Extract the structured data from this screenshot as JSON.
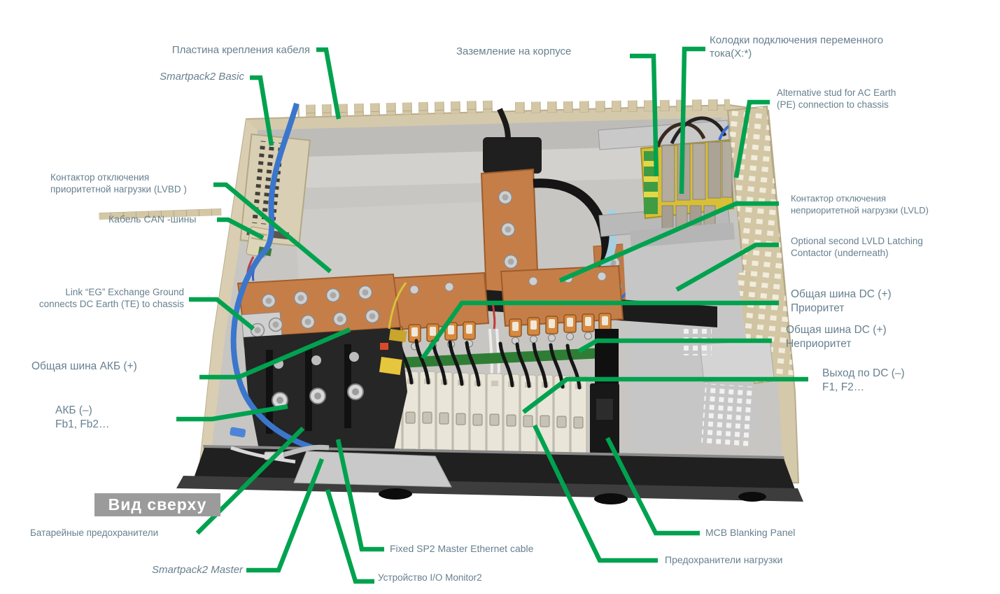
{
  "colors": {
    "callout_green": "#00a24f",
    "label_text": "#67808f",
    "badge_bg": "#9b9b9b",
    "badge_text": "#ffffff",
    "copper": "#c67e48",
    "chassis_beige": "#d5c9ab"
  },
  "figure": {
    "badge": "Вид сверху",
    "labels": {
      "cable_plate": "Пластина крепления кабеля",
      "smartpack2_basic": "Smartpack2 Basic",
      "chassis_ground": "Заземление на корпусе",
      "ac_terminal_blocks": "Колодки подключения переменного\nтока(X:*)",
      "alt_ac_earth_stud": "Alternative stud for AC Earth\n(PE) connection to chassis",
      "lvbd_contactor": "Контактор отключения\nприоритетной нагрузки (LVBD )",
      "can_bus_cable": "Кабель CAN -шины",
      "link_eg": "Link “EG” Exchange Ground\nconnects DC Earth (TE) to chassis",
      "lvld_contactor": "Контактор отключения\nнеприоритетной нагрузки (LVLD)",
      "optional_lvld": "Optional second LVLD Latching\nContactor (underneath)",
      "dc_bus_priority": "Общая шина DC (+)\nПриоритет",
      "dc_bus_non_priority": "Общая шина DC (+)\nНеприоритет",
      "battery_bus_plus": "Общая шина АКБ  (+)",
      "dc_output_minus": "Выход по DC (–)\nF1, F2…",
      "battery_minus": "АКБ (–)\nFb1, Fb2…",
      "battery_fuses": "Батарейные предохранители",
      "smartpack2_master": "Smartpack2 Master",
      "fixed_ethernet": "Fixed SP2 Master Ethernet cable",
      "io_monitor2": "Устройство I/O Monitor2",
      "mcb_blanking": "MCB Blanking Panel",
      "load_fuses": "Предохранители нагрузки"
    }
  }
}
